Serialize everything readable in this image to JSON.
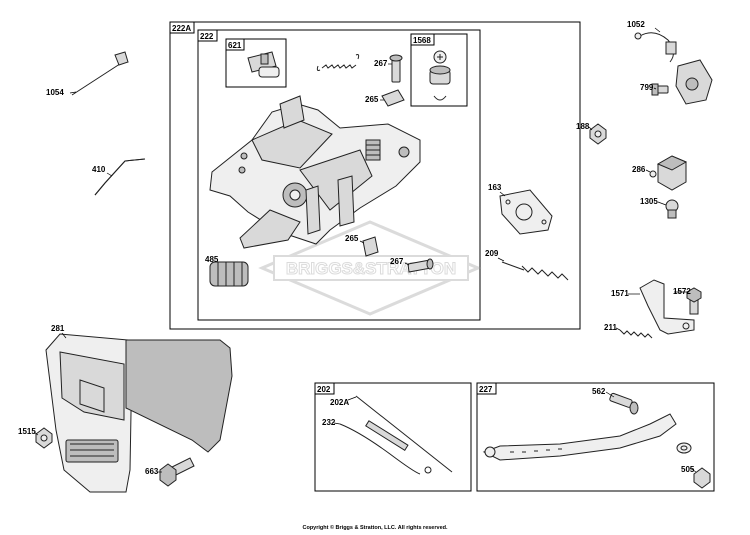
{
  "watermark": "BRIGGS&STRATTON",
  "copyright": "Copyright © Briggs & Stratton, LLC. All rights reserved.",
  "labels": {
    "l222A": "222A",
    "l222": "222",
    "l621": "621",
    "l1568": "1568",
    "l267a": "267",
    "l265a": "265",
    "l163": "163",
    "l209": "209",
    "l265b": "265",
    "l267b": "267",
    "l485": "485",
    "l1054": "1054",
    "l410": "410",
    "l1052": "1052",
    "l799": "799",
    "l188": "188",
    "l286": "286",
    "l1305": "1305",
    "l1571": "1571",
    "l1572": "1572",
    "l211": "211",
    "l281": "281",
    "l1515": "1515",
    "l663": "663",
    "l202": "202",
    "l202A": "202A",
    "l232": "232",
    "l227": "227",
    "l562": "562",
    "l505": "505"
  }
}
